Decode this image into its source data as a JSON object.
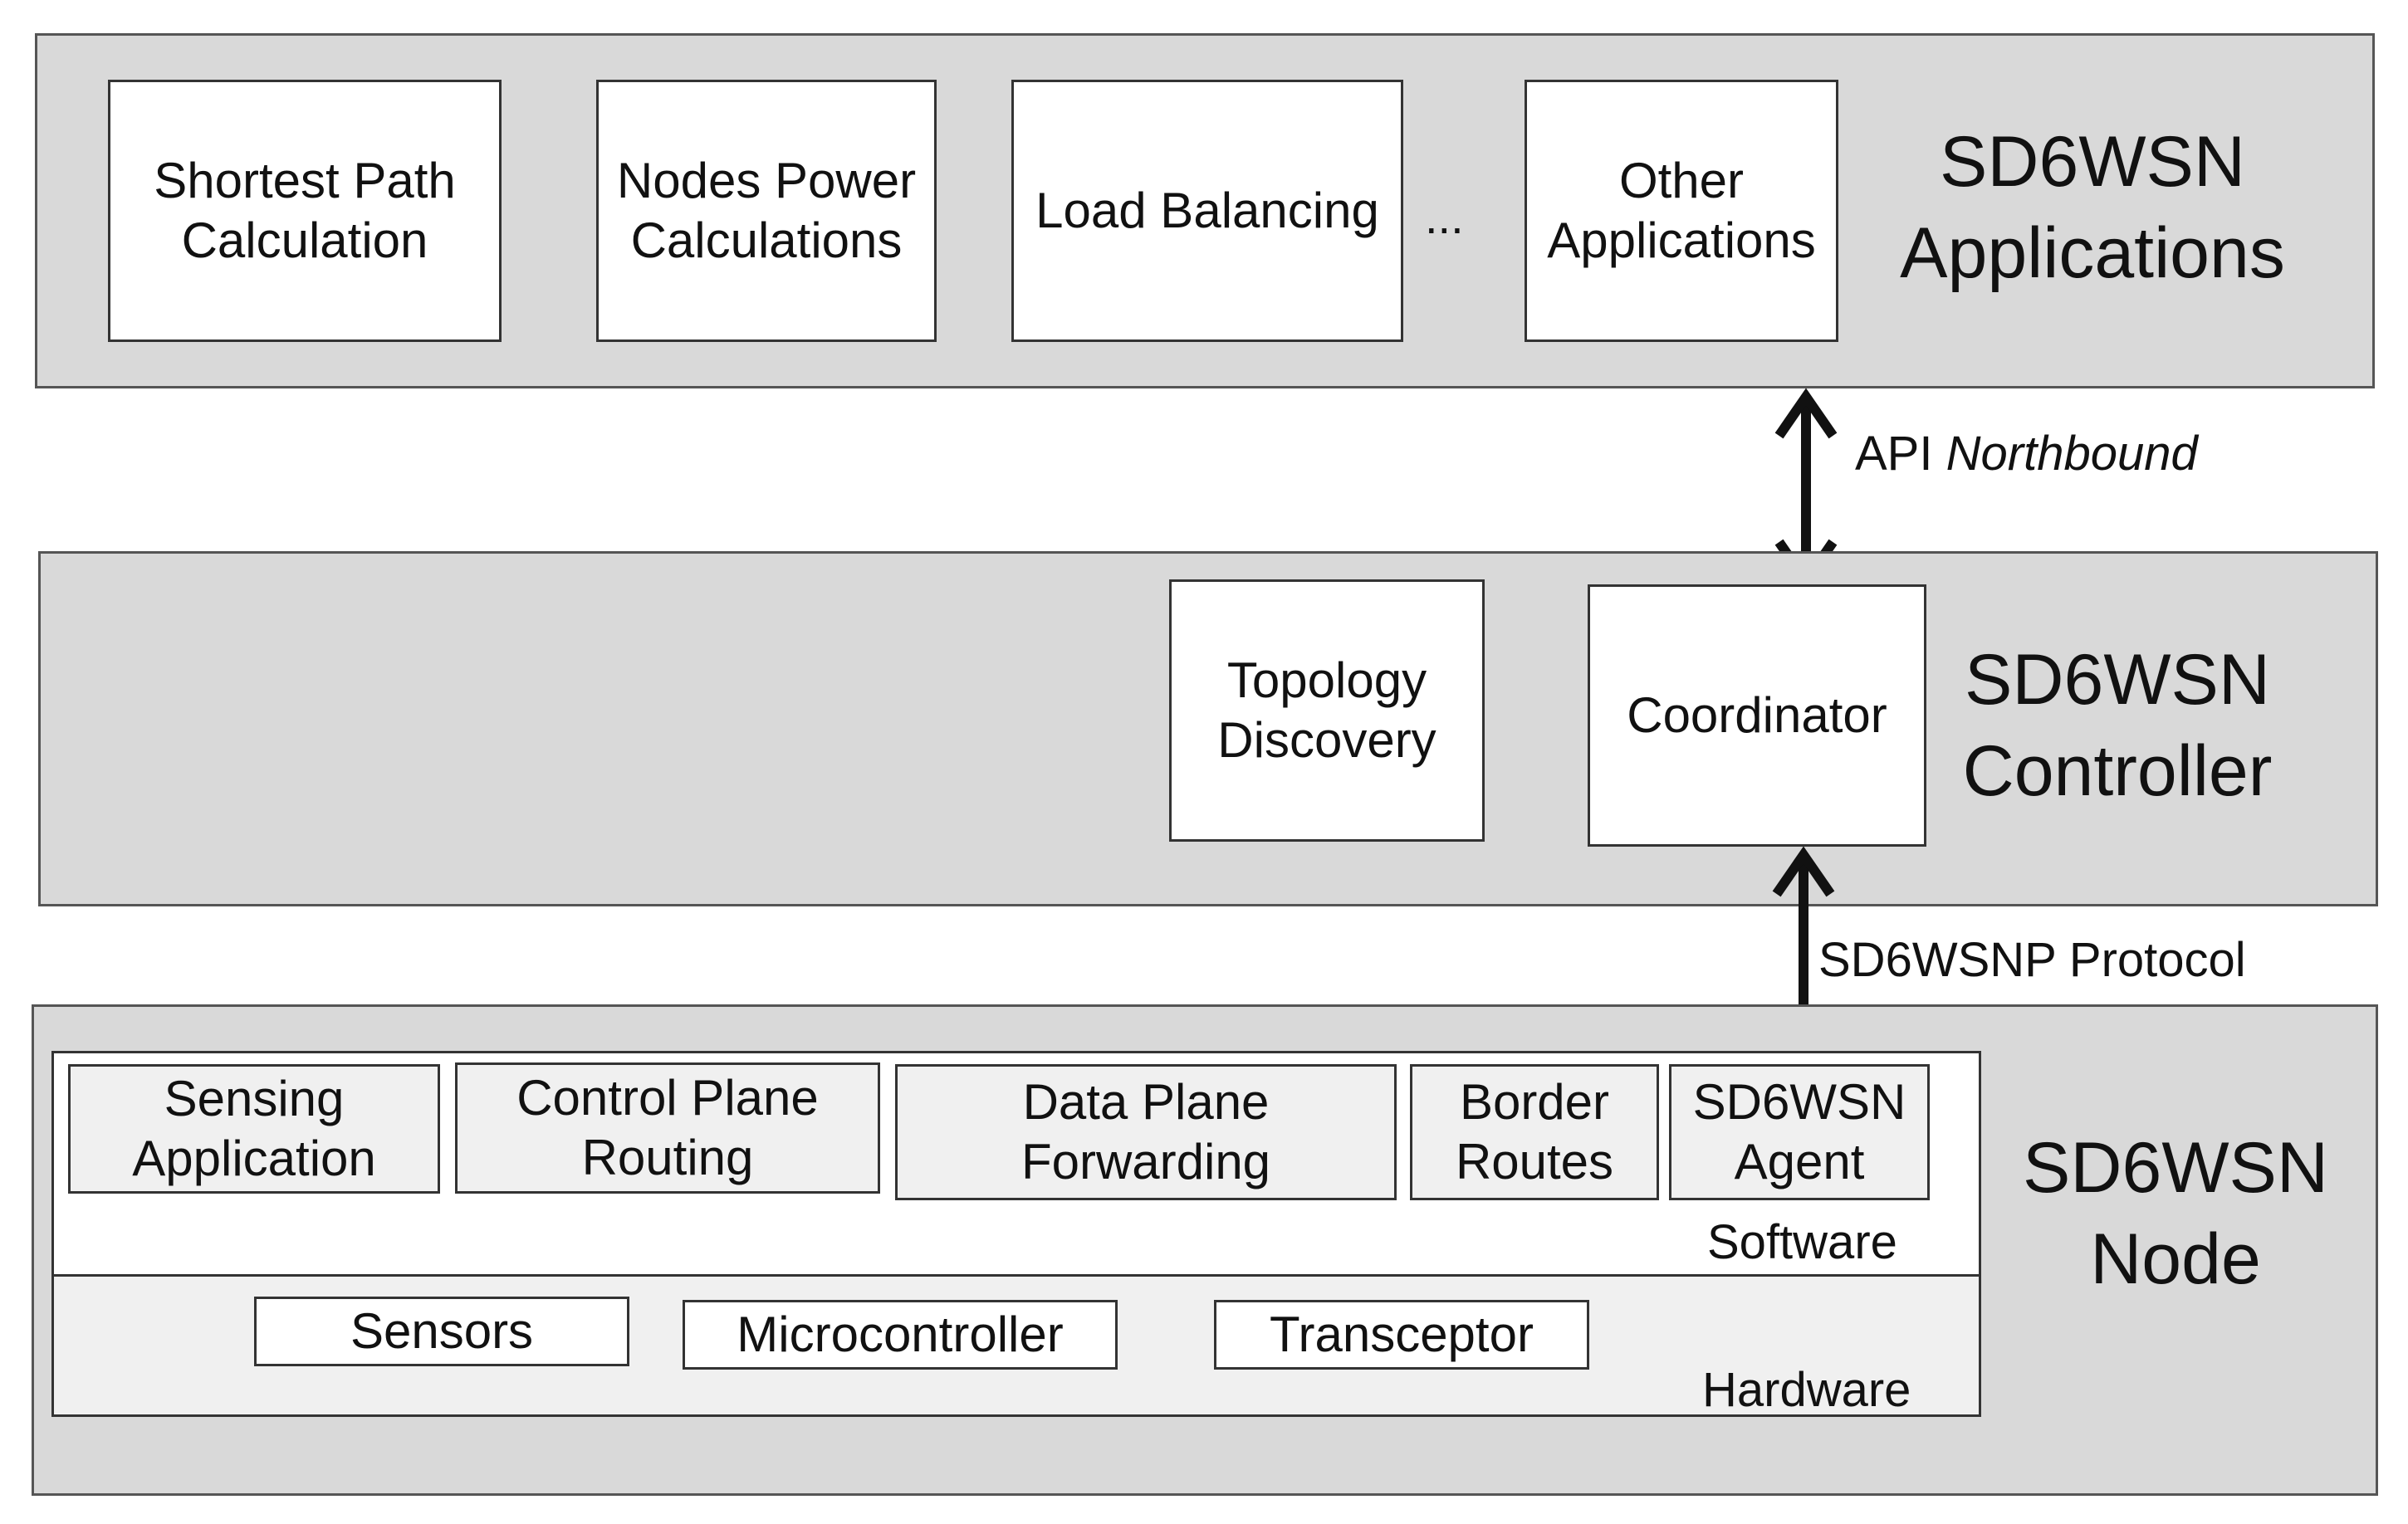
{
  "applications_layer": {
    "title": "SD6WSN\nApplications",
    "boxes": [
      "Shortest Path\nCalculation",
      "Nodes Power\nCalculations",
      "Load Balancing",
      "Other\nApplications"
    ],
    "ellipsis": "..."
  },
  "northbound_link": {
    "label_prefix": "API",
    "label_italic": "Northbound"
  },
  "controller_layer": {
    "title": "SD6WSN\nController",
    "topology_box": "Topology\nDiscovery",
    "coordinator_box": "Coordinator"
  },
  "protocol_link": {
    "label": "SD6WSNP Protocol"
  },
  "node_layer": {
    "title": "SD6WSN\nNode",
    "software": {
      "label": "Software",
      "boxes": [
        "Sensing\nApplication",
        "Control Plane\nRouting",
        "Data Plane\nForwarding",
        "Border\nRoutes",
        "SD6WSN\nAgent"
      ]
    },
    "hardware": {
      "label": "Hardware",
      "boxes": [
        "Sensors",
        "Microcontroller",
        "Transceptor"
      ]
    }
  }
}
